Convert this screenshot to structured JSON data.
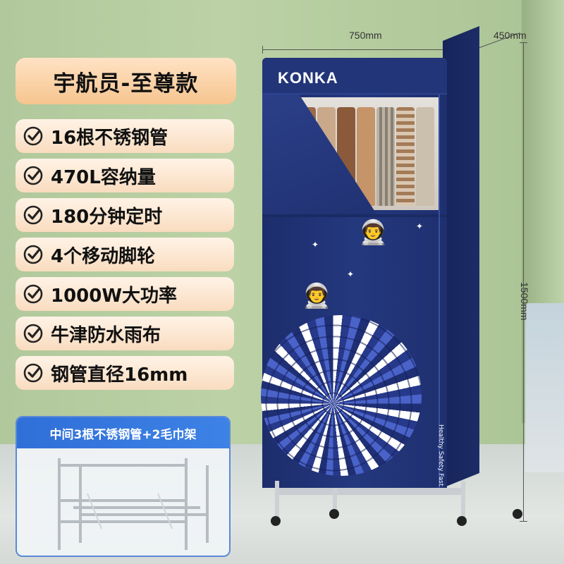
{
  "dimensions": {
    "width": "750mm",
    "depth": "450mm",
    "height": "1500mm"
  },
  "product": {
    "brand": "KONKA",
    "title": "宇航员-至尊款",
    "side_badge": "Healthy Safety Fast"
  },
  "features": [
    {
      "text": "16根不锈钢管",
      "icon": "check-circle-icon"
    },
    {
      "text": "470L容纳量",
      "icon": "check-circle-icon"
    },
    {
      "text": "180分钟定时",
      "icon": "check-circle-icon"
    },
    {
      "text": "4个移动脚轮",
      "icon": "check-circle-icon"
    },
    {
      "text": "1000W大功率",
      "icon": "check-circle-icon"
    },
    {
      "text": "牛津防水雨布",
      "icon": "check-circle-icon"
    },
    {
      "text": "钢管直径16mm",
      "icon": "check-circle-icon"
    }
  ],
  "towel_rack": {
    "caption": "中间3根不锈钢管+2毛巾架"
  },
  "colors": {
    "cover_navy": "#1f306f",
    "label_peach": "#f6c58f",
    "caption_blue": "#2f6fd8"
  }
}
